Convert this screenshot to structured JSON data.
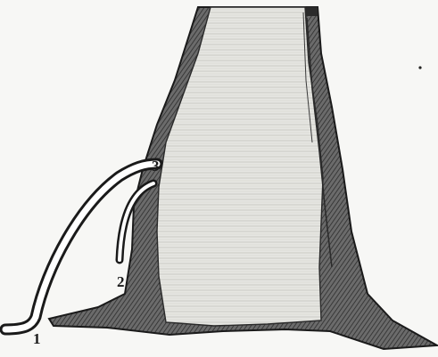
{
  "figure": {
    "labels": {
      "one": "1",
      "two": "2",
      "three": "3"
    },
    "colors": {
      "background": "#f7f7f5",
      "ink": "#1a1a1a",
      "shade_dark": "#5a5a5a",
      "shade_light": "#cfcfcb",
      "inner_fill": "#e4e4e0"
    }
  }
}
